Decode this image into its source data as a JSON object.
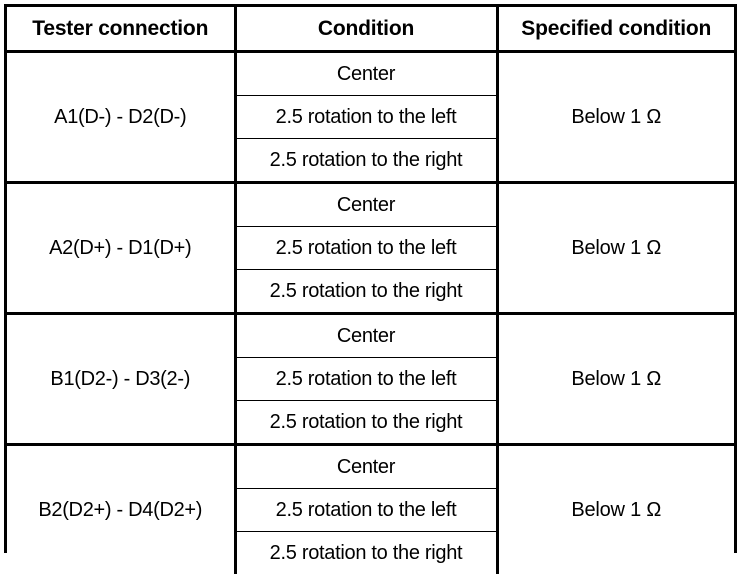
{
  "table": {
    "headers": [
      "Tester connection",
      "Condition",
      "Specified condition"
    ],
    "conditions": [
      "Center",
      "2.5 rotation to the left",
      "2.5 rotation to the right"
    ],
    "groups": [
      {
        "connection": "A1(D-) - D2(D-)",
        "conditions": [
          "Center",
          "2.5 rotation to the left",
          "2.5 rotation to the right"
        ],
        "specified": "Below 1 Ω"
      },
      {
        "connection": "A2(D+) - D1(D+)",
        "conditions": [
          "Center",
          "2.5 rotation to the left",
          "2.5 rotation to the right"
        ],
        "specified": "Below 1 Ω"
      },
      {
        "connection": "B1(D2-) - D3(2-)",
        "conditions": [
          "Center",
          "2.5 rotation to the left",
          "2.5 rotation to the right"
        ],
        "specified": "Below 1 Ω"
      },
      {
        "connection": "B2(D2+) - D4(D2+)",
        "conditions": [
          "Center",
          "2.5 rotation to the left",
          "2.5 rotation to the right"
        ],
        "specified": "Below 1 Ω"
      }
    ]
  },
  "colors": {
    "border": "#000000",
    "background": "#ffffff",
    "text": "#000000"
  }
}
